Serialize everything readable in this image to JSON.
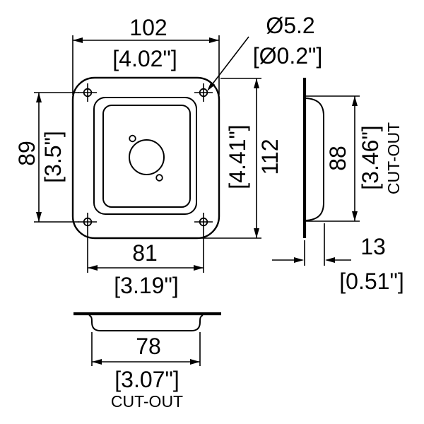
{
  "colors": {
    "line": "#000000",
    "background": "#ffffff"
  },
  "front_view": {
    "width": {
      "mm": "102",
      "inch": "[4.02\"]"
    },
    "screw_hole_diameter": {
      "mm": "Ø5.2",
      "inch": "[Ø0.2\"]"
    },
    "screw_spacing_vertical": {
      "mm": "89",
      "inch": "[3.5\"]"
    },
    "height": {
      "mm": "112",
      "inch": "[4.41\"]"
    },
    "screw_spacing_horizontal": {
      "mm": "81",
      "inch": "[3.19\"]"
    }
  },
  "side_view": {
    "cutout_height": {
      "mm": "88",
      "inch": "[3.46\"]"
    },
    "cutout_label": "CUT-OUT",
    "depth": {
      "mm": "13",
      "inch": "[0.51\"]"
    }
  },
  "bottom_view": {
    "cutout_width": {
      "mm": "78",
      "inch": "[3.07\"]"
    },
    "cutout_label": "CUT-OUT"
  }
}
